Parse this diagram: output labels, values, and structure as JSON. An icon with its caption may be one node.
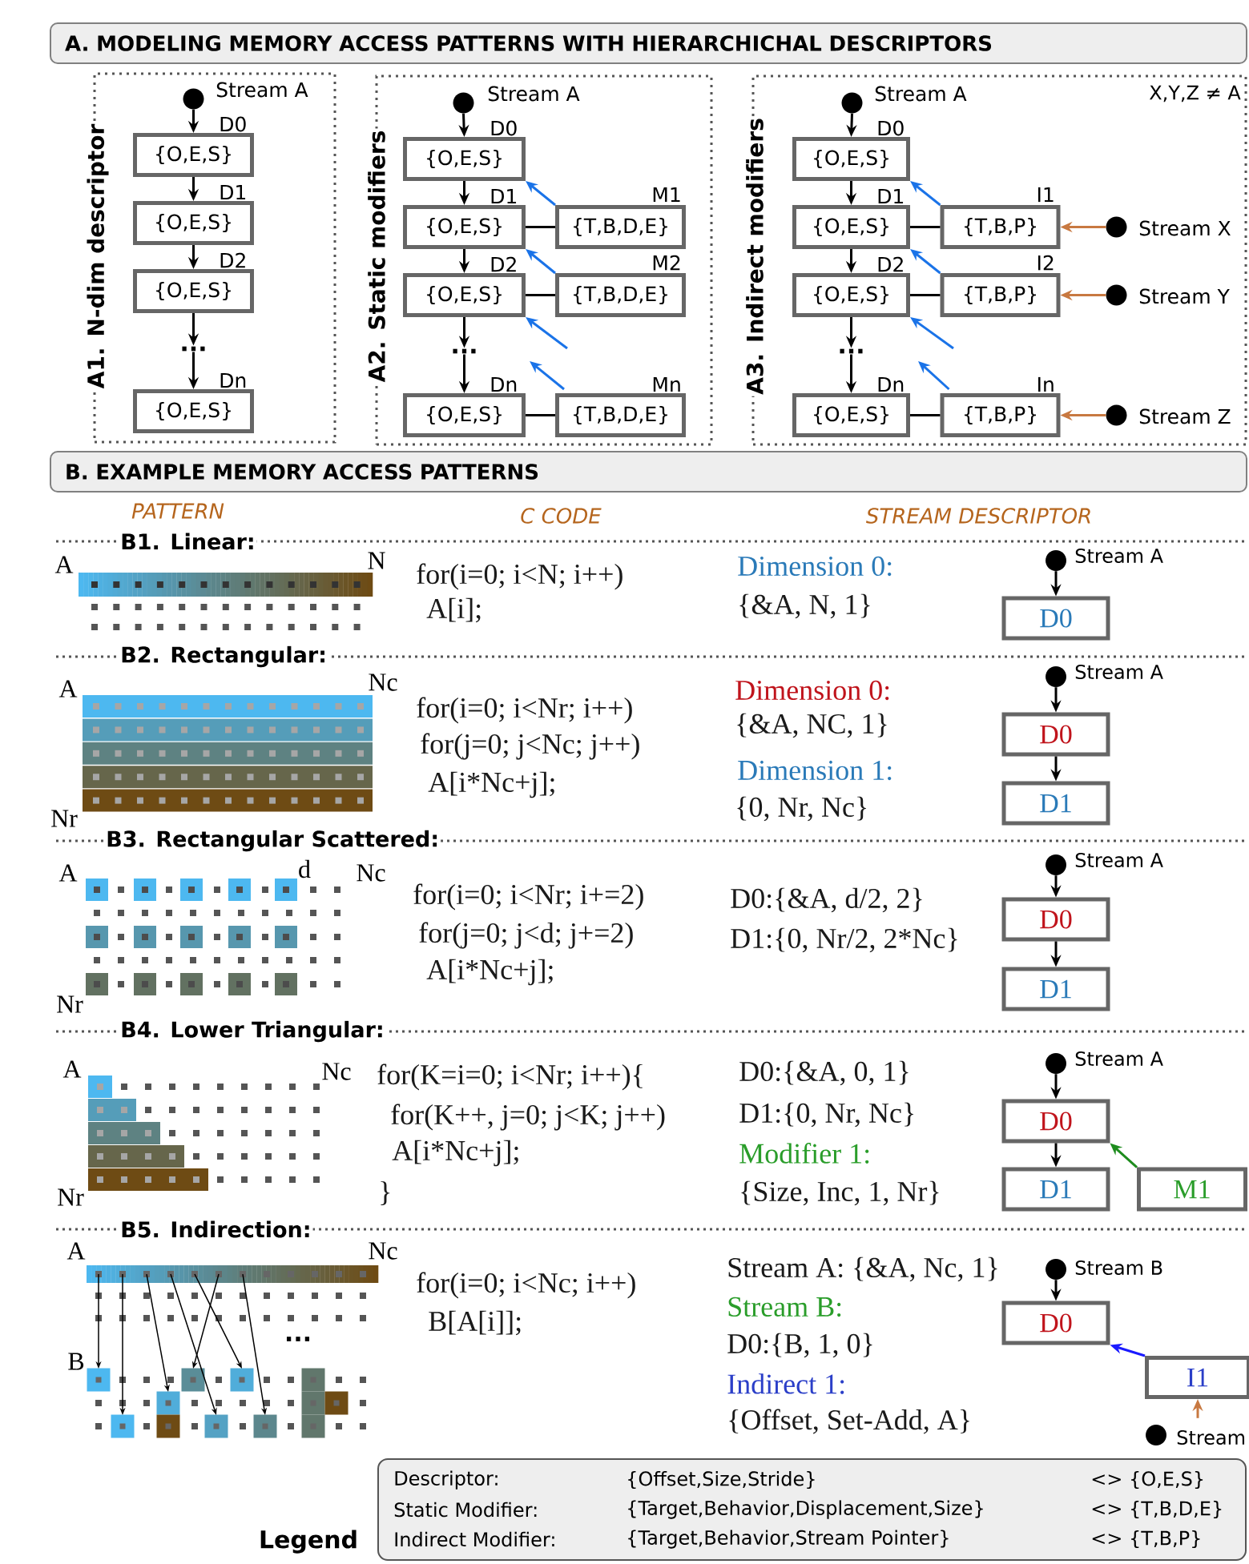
{
  "diagram": {
    "nodes": [
      {
        "text": [
          "A. MODELING MEMORY ACCESS PATTERNS WITH HIERARCHICHAL DESCRIPTORS"
        ]
      },
      {
        "text": [
          "A1. N-dim descriptor"
        ]
      },
      {
        "text": [],
        "shape": "circle",
        "beside": [
          "Stream A"
        ],
        "in": 1
      },
      {
        "text": [
          "{O,E,S}"
        ],
        "beside": [
          "D0"
        ],
        "in": 1
      },
      {
        "text": [
          "{O,E,S}"
        ],
        "beside": [
          "D1"
        ],
        "in": 1
      },
      {
        "text": [
          "{O,E,S}"
        ],
        "beside": [
          "D2"
        ],
        "in": 1
      },
      {
        "text": [
          "..."
        ],
        "in": 1
      },
      {
        "text": [
          "{O,E,S}"
        ],
        "beside": [
          "Dn"
        ],
        "in": 1
      },
      {
        "text": [
          "A2. Static modifiers"
        ]
      },
      {
        "text": [],
        "shape": "circle",
        "beside": [
          "Stream A"
        ],
        "in": 8
      },
      {
        "text": [
          "{O,E,S}"
        ],
        "beside": [
          "D0"
        ],
        "in": 8
      },
      {
        "text": [
          "{O,E,S}"
        ],
        "beside": [
          "D1"
        ],
        "in": 8
      },
      {
        "text": [
          "{T,B,D,E}"
        ],
        "beside": [
          "M1"
        ],
        "in": 8
      },
      {
        "text": [
          "{O,E,S}"
        ],
        "beside": [
          "D2"
        ],
        "in": 8
      },
      {
        "text": [
          "{T,B,D,E}"
        ],
        "beside": [
          "M2"
        ],
        "in": 8
      },
      {
        "text": [
          "..."
        ],
        "in": 8
      },
      {
        "text": [
          "{O,E,S}"
        ],
        "beside": [
          "Dn"
        ],
        "in": 8
      },
      {
        "text": [
          "{T,B,D,E}"
        ],
        "beside": [
          "Mn"
        ],
        "in": 8
      },
      {
        "text": [
          "A3. Indirect modifiers",
          "X,Y,Z ≠ A"
        ]
      },
      {
        "text": [],
        "shape": "circle",
        "beside": [
          "Stream A"
        ],
        "in": 18
      },
      {
        "text": [
          "{O,E,S}"
        ],
        "beside": [
          "D0"
        ],
        "in": 18
      },
      {
        "text": [
          "{O,E,S}"
        ],
        "beside": [
          "D1"
        ],
        "in": 18
      },
      {
        "text": [
          "{T,B,P}"
        ],
        "beside": [
          "I1"
        ],
        "in": 18
      },
      {
        "text": [],
        "shape": "circle",
        "beside": [
          "Stream X"
        ],
        "in": 18
      },
      {
        "text": [
          "{O,E,S}"
        ],
        "beside": [
          "D2"
        ],
        "in": 18
      },
      {
        "text": [
          "{T,B,P}"
        ],
        "beside": [
          "I2"
        ],
        "in": 18
      },
      {
        "text": [],
        "shape": "circle",
        "beside": [
          "Stream Y"
        ],
        "in": 18
      },
      {
        "text": [
          "..."
        ],
        "in": 18
      },
      {
        "text": [
          "{O,E,S}"
        ],
        "beside": [
          "Dn"
        ],
        "in": 18
      },
      {
        "text": [
          "{T,B,P}"
        ],
        "beside": [
          "In"
        ],
        "in": 18
      },
      {
        "text": [],
        "shape": "circle",
        "beside": [
          "Stream Z"
        ],
        "in": 18
      },
      {
        "text": [
          "B. EXAMPLE MEMORY ACCESS PATTERNS"
        ]
      },
      {
        "text": [],
        "shape": "circle",
        "beside": [
          "Stream A"
        ]
      },
      {
        "text": [
          "D0"
        ]
      },
      {
        "text": [],
        "shape": "circle",
        "beside": [
          "Stream A"
        ]
      },
      {
        "text": [
          "D0"
        ]
      },
      {
        "text": [
          "D1"
        ]
      },
      {
        "text": [],
        "shape": "circle",
        "beside": [
          "Stream A"
        ]
      },
      {
        "text": [
          "D0"
        ]
      },
      {
        "text": [
          "D1"
        ]
      },
      {
        "text": [],
        "shape": "circle",
        "beside": [
          "Stream A"
        ]
      },
      {
        "text": [
          "D0"
        ]
      },
      {
        "text": [
          "D1"
        ]
      },
      {
        "text": [
          "M1"
        ]
      },
      {
        "text": [],
        "shape": "circle",
        "beside": [
          "Stream B"
        ]
      },
      {
        "text": [
          "D0"
        ]
      },
      {
        "text": [
          "I1"
        ]
      },
      {
        "text": [],
        "shape": "circle",
        "beside": [
          "Stream"
        ]
      },
      {
        "text": [
          "Descriptor:",
          "{Offset,Size,Stride}",
          "<> {O,E,S}",
          "Static Modifier:",
          "{Target,Behavior,Displacement,Size}",
          "<> {T,B,D,E}",
          "Indirect Modifier:",
          "{Target,Behavior,Stream Pointer}",
          "<> {T,B,P}"
        ],
        "beside": [
          "Legend"
        ]
      }
    ],
    "edges": [
      {
        "from": 2,
        "to": 3,
        "arrow": "to"
      },
      {
        "from": 3,
        "to": 4,
        "arrow": "to"
      },
      {
        "from": 4,
        "to": 5,
        "arrow": "to"
      },
      {
        "from": 5,
        "to": 6,
        "arrow": "to"
      },
      {
        "from": 6,
        "to": 7,
        "arrow": "to"
      },
      {
        "from": 9,
        "to": 10,
        "arrow": "to"
      },
      {
        "from": 10,
        "to": 11,
        "arrow": "to"
      },
      {
        "from": 11,
        "to": 13,
        "arrow": "to"
      },
      {
        "from": 13,
        "to": 15,
        "arrow": "to"
      },
      {
        "from": 15,
        "to": 16,
        "arrow": "to"
      },
      {
        "from": 11,
        "to": 12,
        "arrow": "none"
      },
      {
        "from": 13,
        "to": 14,
        "arrow": "none"
      },
      {
        "from": 16,
        "to": 17,
        "arrow": "none"
      },
      {
        "from": 12,
        "to": 10,
        "arrow": "to",
        "color": "#1a73e8"
      },
      {
        "from": 14,
        "to": 11,
        "arrow": "to",
        "color": "#1a73e8"
      },
      {
        "from": null,
        "to": 13,
        "arrow": "to",
        "color": "#1a73e8"
      },
      {
        "from": 17,
        "to": 16,
        "arrow": "to",
        "color": "#1a73e8"
      },
      {
        "from": 19,
        "to": 20,
        "arrow": "to"
      },
      {
        "from": 20,
        "to": 21,
        "arrow": "to"
      },
      {
        "from": 21,
        "to": 24,
        "arrow": "to"
      },
      {
        "from": 24,
        "to": 27,
        "arrow": "to"
      },
      {
        "from": 27,
        "to": 28,
        "arrow": "to"
      },
      {
        "from": 21,
        "to": 22,
        "arrow": "none"
      },
      {
        "from": 24,
        "to": 25,
        "arrow": "none"
      },
      {
        "from": 28,
        "to": 29,
        "arrow": "none"
      },
      {
        "from": 22,
        "to": 20,
        "arrow": "to",
        "color": "#1a73e8"
      },
      {
        "from": 25,
        "to": 21,
        "arrow": "to",
        "color": "#1a73e8"
      },
      {
        "from": null,
        "to": 24,
        "arrow": "to",
        "color": "#1a73e8"
      },
      {
        "from": 29,
        "to": 28,
        "arrow": "to",
        "color": "#1a73e8"
      },
      {
        "from": 23,
        "to": 22,
        "arrow": "to",
        "color": "#c87941"
      },
      {
        "from": 26,
        "to": 25,
        "arrow": "to",
        "color": "#c87941"
      },
      {
        "from": 30,
        "to": 29,
        "arrow": "to",
        "color": "#c87941"
      },
      {
        "from": 32,
        "to": 33,
        "arrow": "to"
      },
      {
        "from": 34,
        "to": 35,
        "arrow": "to"
      },
      {
        "from": 35,
        "to": 36,
        "arrow": "to"
      },
      {
        "from": 37,
        "to": 38,
        "arrow": "to"
      },
      {
        "from": 38,
        "to": 39,
        "arrow": "to"
      },
      {
        "from": 40,
        "to": 41,
        "arrow": "to"
      },
      {
        "from": 41,
        "to": 42,
        "arrow": "to"
      },
      {
        "from": 43,
        "to": 41,
        "arrow": "to",
        "color": "#1e8c1e"
      },
      {
        "from": 44,
        "to": 45,
        "arrow": "to"
      },
      {
        "from": 46,
        "to": 45,
        "arrow": "to",
        "color": "#1a1aff"
      },
      {
        "from": 47,
        "to": 46,
        "arrow": "to",
        "color": "#c87941"
      }
    ],
    "labels": [
      "PATTERN",
      "C CODE",
      "STREAM DESCRIPTOR",
      "B1. Linear:",
      "A",
      "N",
      "for(i=0; i<N; i++)",
      "A[i];",
      "Dimension 0:",
      "{&A, N, 1}",
      "B2. Rectangular:",
      "A",
      "Nc",
      "Nr",
      "for(i=0; i<Nr; i++)",
      "for(j=0; j<Nc; j++)",
      "A[i*Nc+j];",
      "Dimension 0:",
      "{&A, NC, 1}",
      "Dimension 1:",
      "{0, Nr, Nc}",
      "B3. Rectangular Scattered:",
      "A",
      "d",
      "Nc",
      "Nr",
      "for(i=0; i<Nr; i+=2)",
      "for(j=0; j<d; j+=2)",
      "A[i*Nc+j];",
      "D0:{&A, d/2, 2}",
      "D1:{0, Nr/2, 2*Nc}",
      "B4. Lower Triangular:",
      "A",
      "Nc",
      "Nr",
      "for(K=i=0; i<Nr; i++){",
      "for(K++, j=0; j<K; j++)",
      "A[i*Nc+j];",
      "}",
      "D0:{&A, 0, 1}",
      "D1:{0, Nr, Nc}",
      "Modifier 1:",
      "{Size, Inc, 1, Nr}",
      "B5. Indirection:",
      "A",
      "Nc",
      "B",
      "...",
      "for(i=0; i<Nc; i++)",
      "B[A[i]];",
      "Stream A: {&A, Nc, 1}",
      "Stream B:",
      "D0:{B, 1, 0}",
      "Indirect 1:",
      "{Offset, Set-Add, A}"
    ]
  }
}
